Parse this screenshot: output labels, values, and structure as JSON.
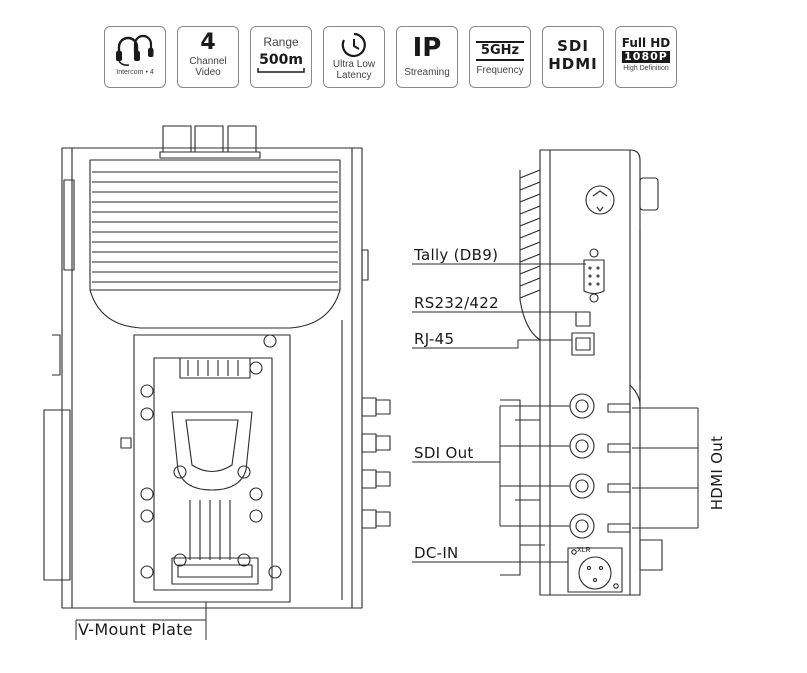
{
  "features": [
    {
      "id": "intercom",
      "icon": "headset-icon",
      "label": "Intercom • 4"
    },
    {
      "id": "channel",
      "big": "4",
      "line1": "Channel",
      "line2": "Video"
    },
    {
      "id": "range",
      "top": "Range",
      "big": "500m"
    },
    {
      "id": "latency",
      "icon": "clock-icon",
      "line1": "Ultra Low",
      "line2": "Latency"
    },
    {
      "id": "ip",
      "big": "IP",
      "line1": "Streaming"
    },
    {
      "id": "freq",
      "big": "5GHz",
      "line1": "Frequency"
    },
    {
      "id": "sdi",
      "big1": "SDI",
      "big2": "HDMI"
    },
    {
      "id": "hd",
      "top": "Full HD",
      "mid": "1080P",
      "bottom": "High Definition"
    }
  ],
  "callouts": {
    "tally": "Tally (DB9)",
    "rs232": "RS232/422",
    "rj45": "RJ-45",
    "sdi_out": "SDI Out",
    "dc_in": "DC-IN",
    "hdmi_out": "HDMI Out",
    "vmount": "V-Mount Plate",
    "xlr": "XLR"
  },
  "colors": {
    "line": "#2b2b2b",
    "box_border": "#8a8a8a"
  }
}
